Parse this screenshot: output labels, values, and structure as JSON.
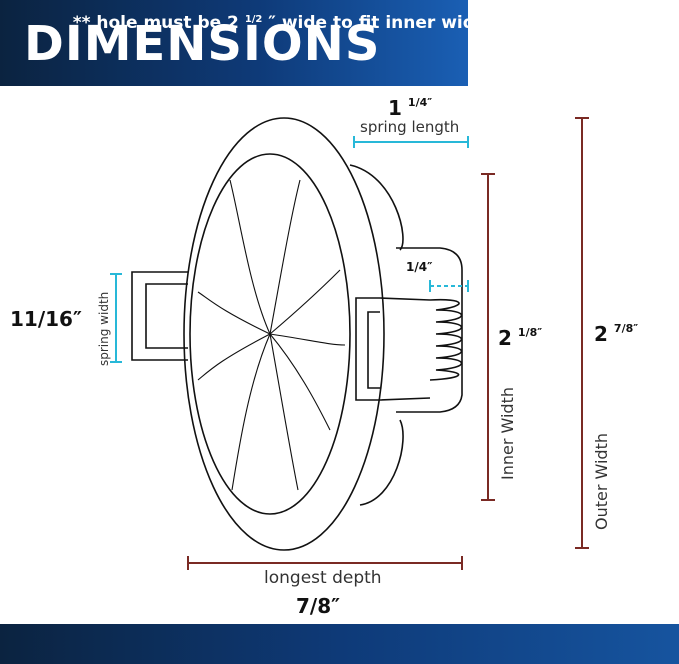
{
  "header": {
    "title": "DIMENSIONS"
  },
  "labels": {
    "spring_length_value_whole": "1",
    "spring_length_value_frac": "1/4″",
    "spring_length_caption": "spring length",
    "spring_width_value": "11/16″",
    "spring_width_caption": "spring width",
    "spring_offset_value": "1/4″",
    "inner_width_value_whole": "2",
    "inner_width_value_frac": "1/8″",
    "inner_width_caption": "Inner Width",
    "outer_width_value_whole": "2",
    "outer_width_value_frac": "7/8″",
    "outer_width_caption": "Outer Width",
    "depth_caption": "longest depth",
    "depth_value": "7/8″"
  },
  "footer": {
    "text_part1": "** hole must be 2 ",
    "text_sup": "1/2",
    "text_part2": " ″ wide to fit inner width & spring **"
  },
  "colors": {
    "cyan_dimension": "#28b8d8",
    "maroon_dimension": "#7a2a24",
    "banner_blue": "#0e3a78",
    "drawing_stroke": "#111111"
  }
}
